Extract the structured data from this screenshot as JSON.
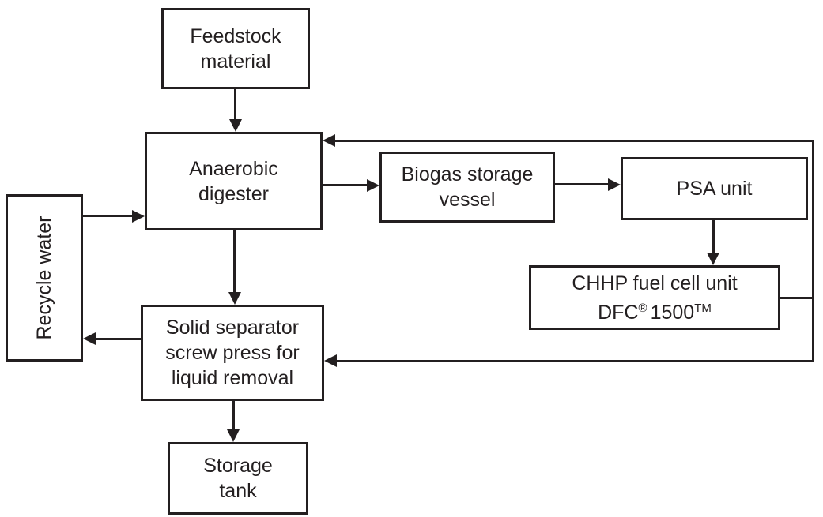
{
  "colors": {
    "stroke": "#231f20",
    "background": "#ffffff",
    "text": "#231f20"
  },
  "nodes": {
    "feedstock": {
      "label": "Feedstock\nmaterial"
    },
    "digester": {
      "label": "Anaerobic\ndigester"
    },
    "biogas": {
      "label": "Biogas storage\nvessel"
    },
    "psa": {
      "label": "PSA unit"
    },
    "chhp": {
      "line1": "CHHP fuel cell unit",
      "dfc": "DFC",
      "reg": "®",
      "model": "1500",
      "tm": "TM"
    },
    "recycle": {
      "label": "Recycle water"
    },
    "separator": {
      "label": "Solid separator\nscrew press for\nliquid removal"
    },
    "tank": {
      "label": "Storage\ntank"
    }
  },
  "edges": [
    {
      "from": "feedstock",
      "to": "digester"
    },
    {
      "from": "recycle",
      "to": "digester"
    },
    {
      "from": "digester",
      "to": "biogas"
    },
    {
      "from": "biogas",
      "to": "psa"
    },
    {
      "from": "psa",
      "to": "chhp"
    },
    {
      "from": "chhp",
      "to": "digester",
      "via": "right-return-line"
    },
    {
      "from": "chhp",
      "to": "separator",
      "via": "right-return-line"
    },
    {
      "from": "digester",
      "to": "separator"
    },
    {
      "from": "separator",
      "to": "recycle"
    },
    {
      "from": "separator",
      "to": "tank"
    }
  ]
}
